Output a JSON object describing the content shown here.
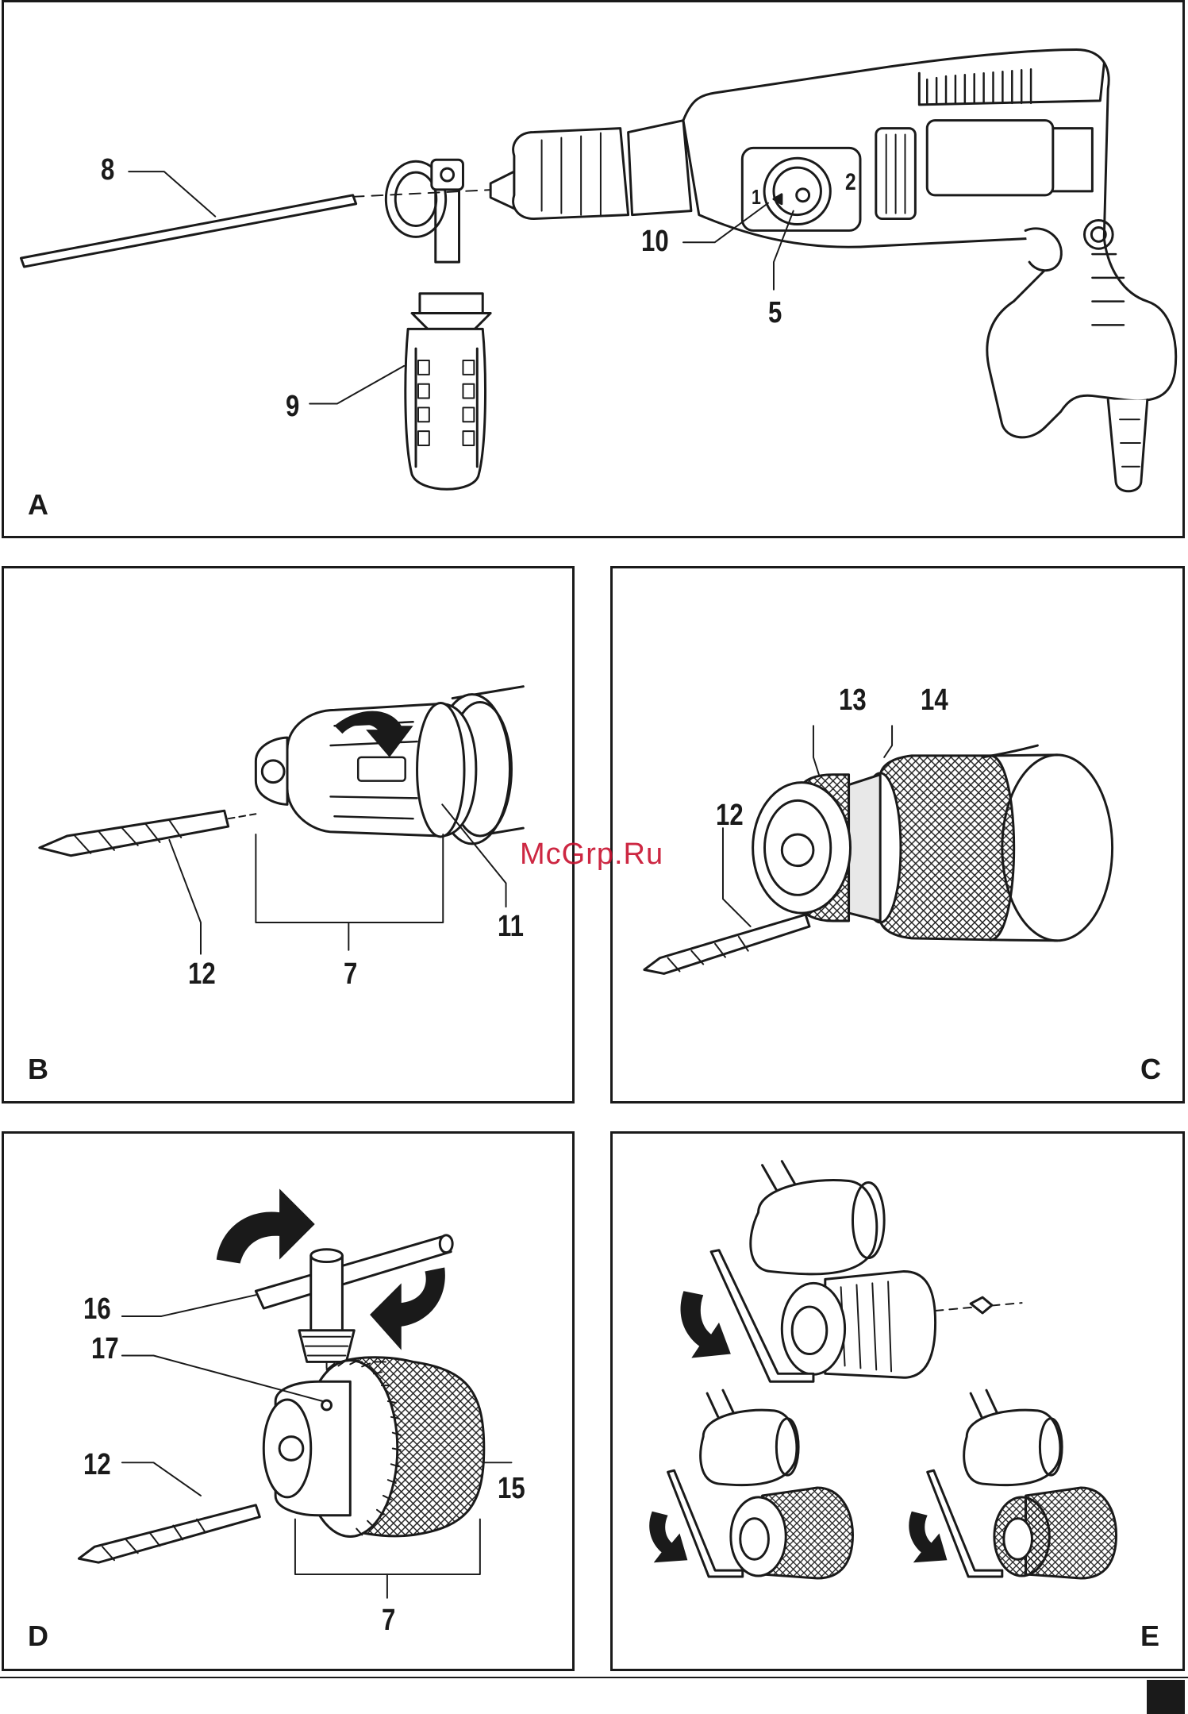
{
  "panels": {
    "A": {
      "label": "A",
      "callouts": [
        "8",
        "10",
        "5",
        "9"
      ]
    },
    "B": {
      "label": "B",
      "callouts": [
        "12",
        "7",
        "11"
      ]
    },
    "C": {
      "label": "C",
      "callouts": [
        "13",
        "14",
        "12"
      ]
    },
    "D": {
      "label": "D",
      "callouts": [
        "16",
        "17",
        "12",
        "15",
        "7"
      ]
    },
    "E": {
      "label": "E"
    }
  },
  "dial_marks": {
    "one": "1",
    "two": "2"
  },
  "watermark": "McGrp.Ru",
  "colors": {
    "line": "#1a1a1a",
    "watermark": "#c8102e"
  }
}
